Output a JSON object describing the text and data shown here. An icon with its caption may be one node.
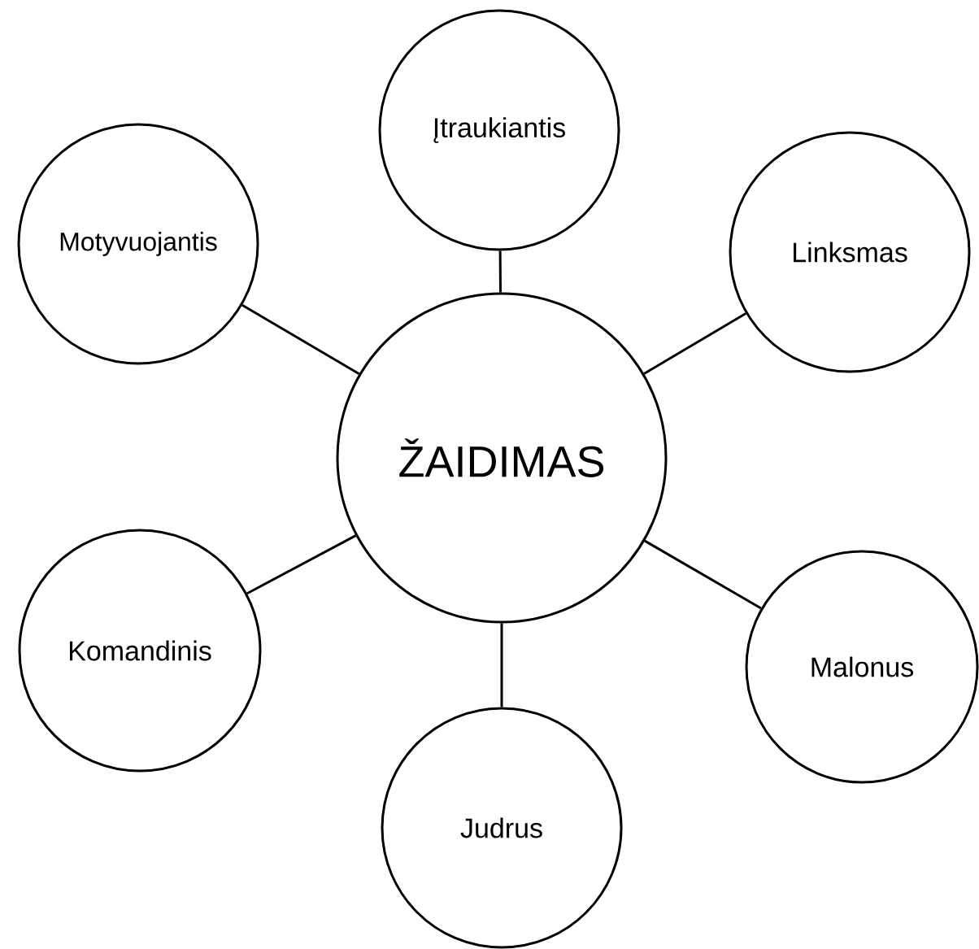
{
  "diagram": {
    "nodes": [
      {
        "text": [
          "ŽAIDIMAS"
        ]
      },
      {
        "text": [
          "Įtraukiantis"
        ]
      },
      {
        "text": [
          "Motyvuojantis"
        ]
      },
      {
        "text": [
          "Linksmas"
        ]
      },
      {
        "text": [
          "Komandinis"
        ]
      },
      {
        "text": [
          "Malonus"
        ]
      },
      {
        "text": [
          "Judrus"
        ]
      }
    ],
    "edges": [
      {
        "from": 0,
        "to": 1,
        "arrow": "none"
      },
      {
        "from": 0,
        "to": 2,
        "arrow": "none"
      },
      {
        "from": 0,
        "to": 3,
        "arrow": "none"
      },
      {
        "from": 0,
        "to": 4,
        "arrow": "none"
      },
      {
        "from": 0,
        "to": 5,
        "arrow": "none"
      },
      {
        "from": 0,
        "to": 6,
        "arrow": "none"
      }
    ]
  }
}
